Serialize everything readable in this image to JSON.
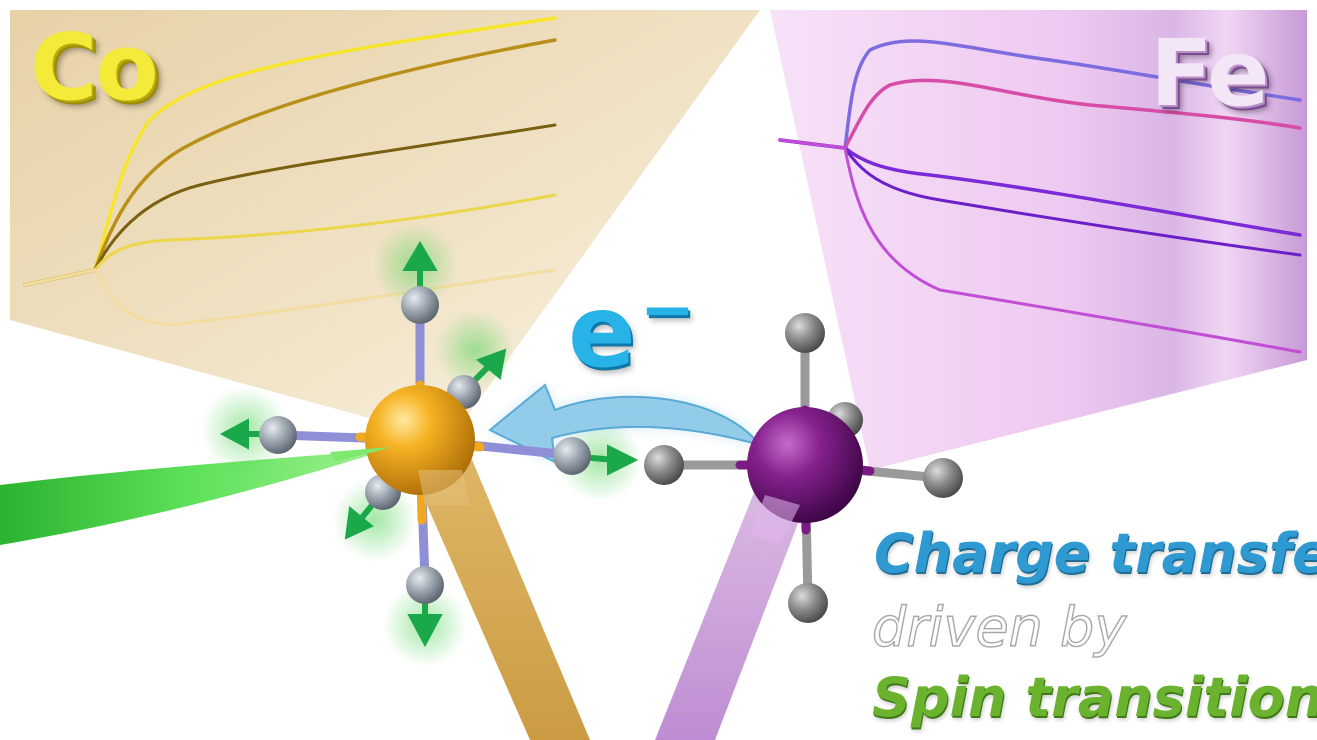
{
  "labels": {
    "co": "Co",
    "fe": "Fe",
    "electron": "e",
    "electron_charge": "−"
  },
  "caption": {
    "line1": "Charge transfer",
    "line2": "driven by",
    "line3": "Spin transition"
  },
  "colors": {
    "cobalt_atom": "#f0a820",
    "iron_atom": "#7a1a82",
    "ligand_atom": "#9aa3ad",
    "bond": "#8f8fd8",
    "arrow": "#1aa84a",
    "electron_arrow": "#6ab8de",
    "co_panel": "#efe0c4",
    "fe_panel": "#f2d2f3"
  }
}
